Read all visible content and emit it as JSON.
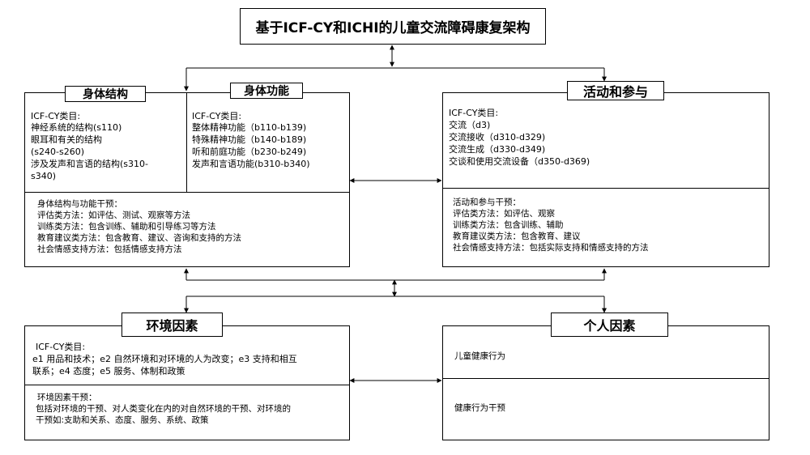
{
  "title": "基于ICF-CY和ICHI的儿童交流障碍康复架构",
  "body_structure": {
    "header": "身体结构",
    "category_label": "ICF-CY类目:",
    "items": [
      "神经系统的结构(s110)",
      "眼耳和有关的结构",
      "(s240-s260)",
      "涉及发声和言语的结构(s310-",
      "s340)"
    ]
  },
  "body_function": {
    "header": "身体功能",
    "category_label": "ICF-CY类目:",
    "items": [
      "整体精神功能（b110-b139)",
      "特殊精神功能（b140-b189)",
      "听和前庭功能（b230-b249)",
      "发声和言语功能(b310-b340)"
    ]
  },
  "body_intervention": {
    "label": "身体结构与功能干预：",
    "items": [
      "评估类方法：如评估、测试、观察等方法",
      "训练类方法：包含训练、辅助和引导练习等方法",
      "教育建议类方法：包含教育、建议、咨询和支持的方法",
      "社会情感支持方法：包括情感支持方法"
    ]
  },
  "activity": {
    "header": "活动和参与",
    "category_label": "ICF-CY类目:",
    "items": [
      "交流（d3)",
      "交流接收（d310-d329)",
      "交流生成（d330-d349)",
      "交谈和使用交流设备（d350-d369)"
    ],
    "intervention_label": "活动和参与干预：",
    "intervention_items": [
      "评估类方法：如评估、观察",
      "训练类方法：包含训练、辅助",
      "教育建议类方法：包含教育、建议",
      "社会情感支持方法：包括实际支持和情感支持的方法"
    ]
  },
  "environment": {
    "header": "环境因素",
    "category_label": "ICF-CY类目:",
    "category_text": [
      "e1 用品和技术；e2 自然环境和对环境的人为改变；e3 支持和相互",
      "联系；e4 态度；e5 服务、体制和政策"
    ],
    "intervention_label": "环境因素干预：",
    "intervention_text": [
      "包括对环境的干预、对人类变化在内的对自然环境的干预、对环境的",
      "干预如:支助和关系、态度、服务、系统、政策"
    ]
  },
  "personal": {
    "header": "个人因素",
    "item1": "儿童健康行为",
    "item2": "健康行为干预"
  }
}
